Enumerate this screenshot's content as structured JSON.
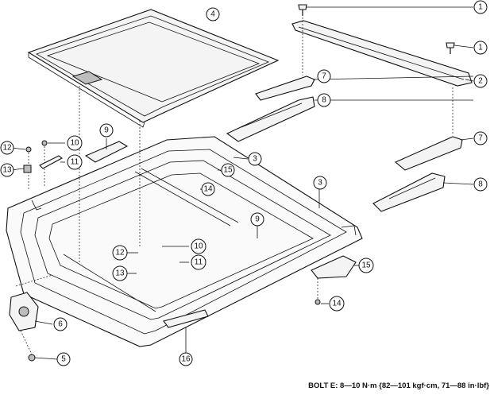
{
  "callouts": [
    {
      "id": "c1a",
      "num": "1"
    },
    {
      "id": "c1b",
      "num": "1"
    },
    {
      "id": "c2",
      "num": "2"
    },
    {
      "id": "c3a",
      "num": "3"
    },
    {
      "id": "c3b",
      "num": "3"
    },
    {
      "id": "c4",
      "num": "4"
    },
    {
      "id": "c5",
      "num": "5"
    },
    {
      "id": "c6",
      "num": "6"
    },
    {
      "id": "c7a",
      "num": "7"
    },
    {
      "id": "c7b",
      "num": "7"
    },
    {
      "id": "c8a",
      "num": "8"
    },
    {
      "id": "c8b",
      "num": "8"
    },
    {
      "id": "c9a",
      "num": "9"
    },
    {
      "id": "c9b",
      "num": "9"
    },
    {
      "id": "c10a",
      "num": "10"
    },
    {
      "id": "c10b",
      "num": "10"
    },
    {
      "id": "c11a",
      "num": "11"
    },
    {
      "id": "c11b",
      "num": "11"
    },
    {
      "id": "c12a",
      "num": "12"
    },
    {
      "id": "c12b",
      "num": "12"
    },
    {
      "id": "c13a",
      "num": "13"
    },
    {
      "id": "c13b",
      "num": "13"
    },
    {
      "id": "c14a",
      "num": "14"
    },
    {
      "id": "c14b",
      "num": "14"
    },
    {
      "id": "c15a",
      "num": "15"
    },
    {
      "id": "c15b",
      "num": "15"
    },
    {
      "id": "c16",
      "num": "16"
    }
  ],
  "torque_note": "BOLT E: 8—10 N·m {82—101 kgf·cm, 71—88 in·lbf}"
}
